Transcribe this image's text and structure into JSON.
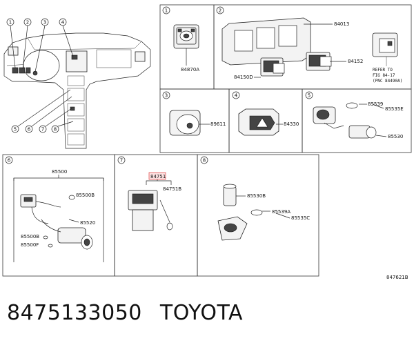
{
  "panels": [
    {
      "id": "1",
      "labels": [
        "84870A"
      ]
    },
    {
      "id": "2",
      "labels": [
        "84013",
        "84152",
        "84150D"
      ],
      "note": [
        "REFER TO",
        "FIG 84-17",
        "(PNC 84490A)"
      ]
    },
    {
      "id": "3",
      "labels": [
        "89611"
      ]
    },
    {
      "id": "4",
      "labels": [
        "84330"
      ]
    },
    {
      "id": "5",
      "labels": [
        "85539",
        "85535E",
        "85530"
      ]
    },
    {
      "id": "6",
      "labels": [
        "85500",
        "85500B",
        "85520",
        "85500B",
        "85500F"
      ]
    },
    {
      "id": "7",
      "labels": [
        "84751",
        "84751B"
      ]
    },
    {
      "id": "8",
      "labels": [
        "85530B",
        "85539A",
        "85535C"
      ]
    }
  ],
  "overview_callouts": [
    "1",
    "2",
    "3",
    "4",
    "5",
    "6",
    "7",
    "8"
  ],
  "drawing_code": "847621B",
  "caption": {
    "part_number": "8475133050",
    "brand": "TOYOTA"
  }
}
